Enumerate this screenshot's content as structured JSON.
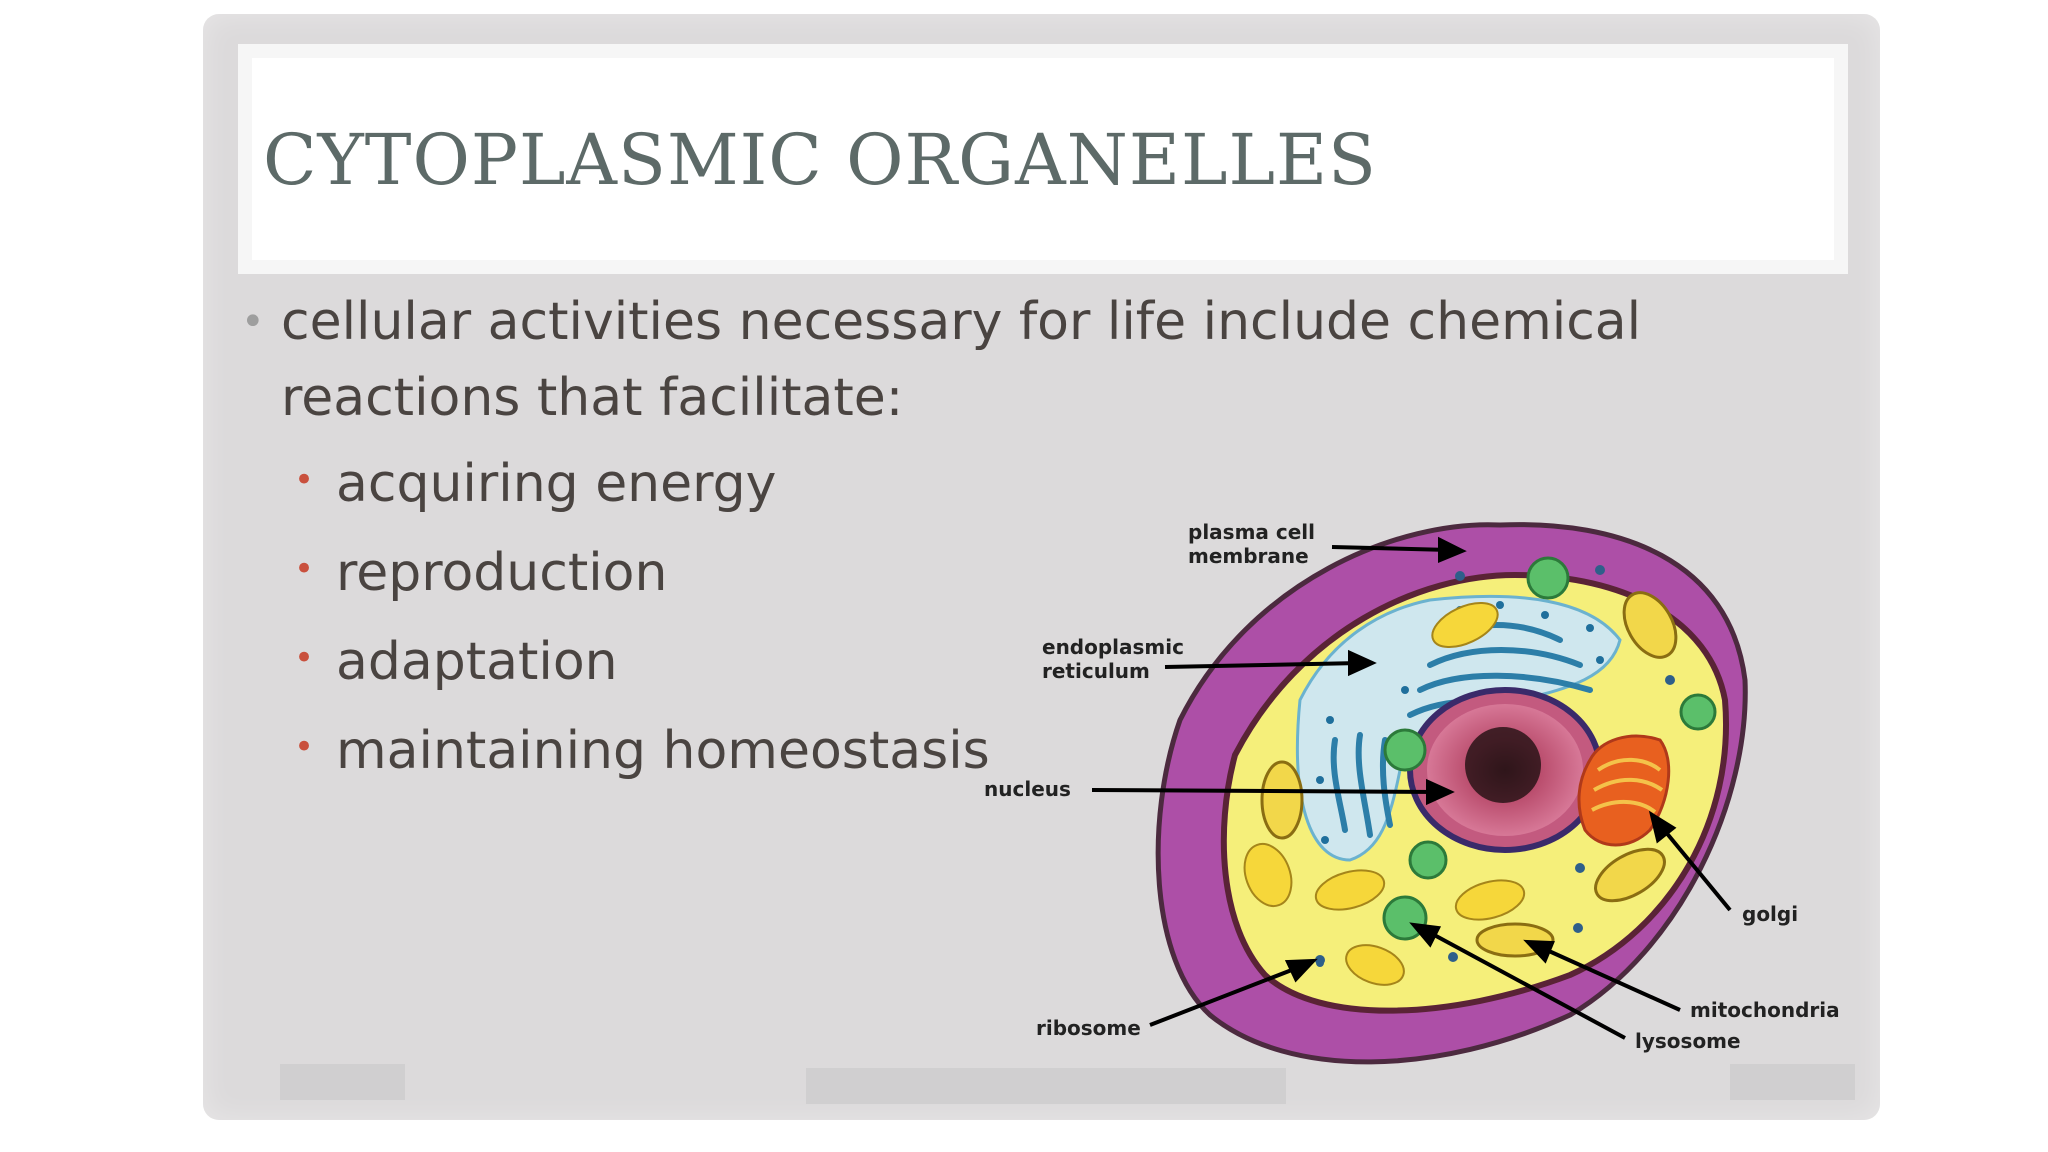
{
  "title": "CYTOPLASMIC ORGANELLES",
  "bullet_main": "cellular activities necessary for life include chemical reactions that facilitate:",
  "bullet_main_line1": "cellular activities necessary for life include chemical",
  "bullet_main_line2": "reactions that facilitate:",
  "sub_bullets": [
    "acquiring energy",
    "reproduction",
    "adaptation",
    "maintaining homeostasis"
  ],
  "diagram_labels": {
    "plasma_1": "plasma cell",
    "plasma_2": "membrane",
    "er_1": "endoplasmic",
    "er_2": "reticulum",
    "nucleus": "nucleus",
    "golgi": "golgi",
    "mitochondria": "mitochondria",
    "lysosome": "lysosome",
    "ribosome": "ribosome"
  },
  "colors": {
    "slide_bg": "#dcdadb",
    "title_color": "#5d6a68",
    "text_color": "#4a4441",
    "sub_bullet_dot": "#c9503d",
    "membrane": "#a54aa5",
    "cytoplasm": "#f6f07a",
    "nucleus": "#c2577a"
  }
}
